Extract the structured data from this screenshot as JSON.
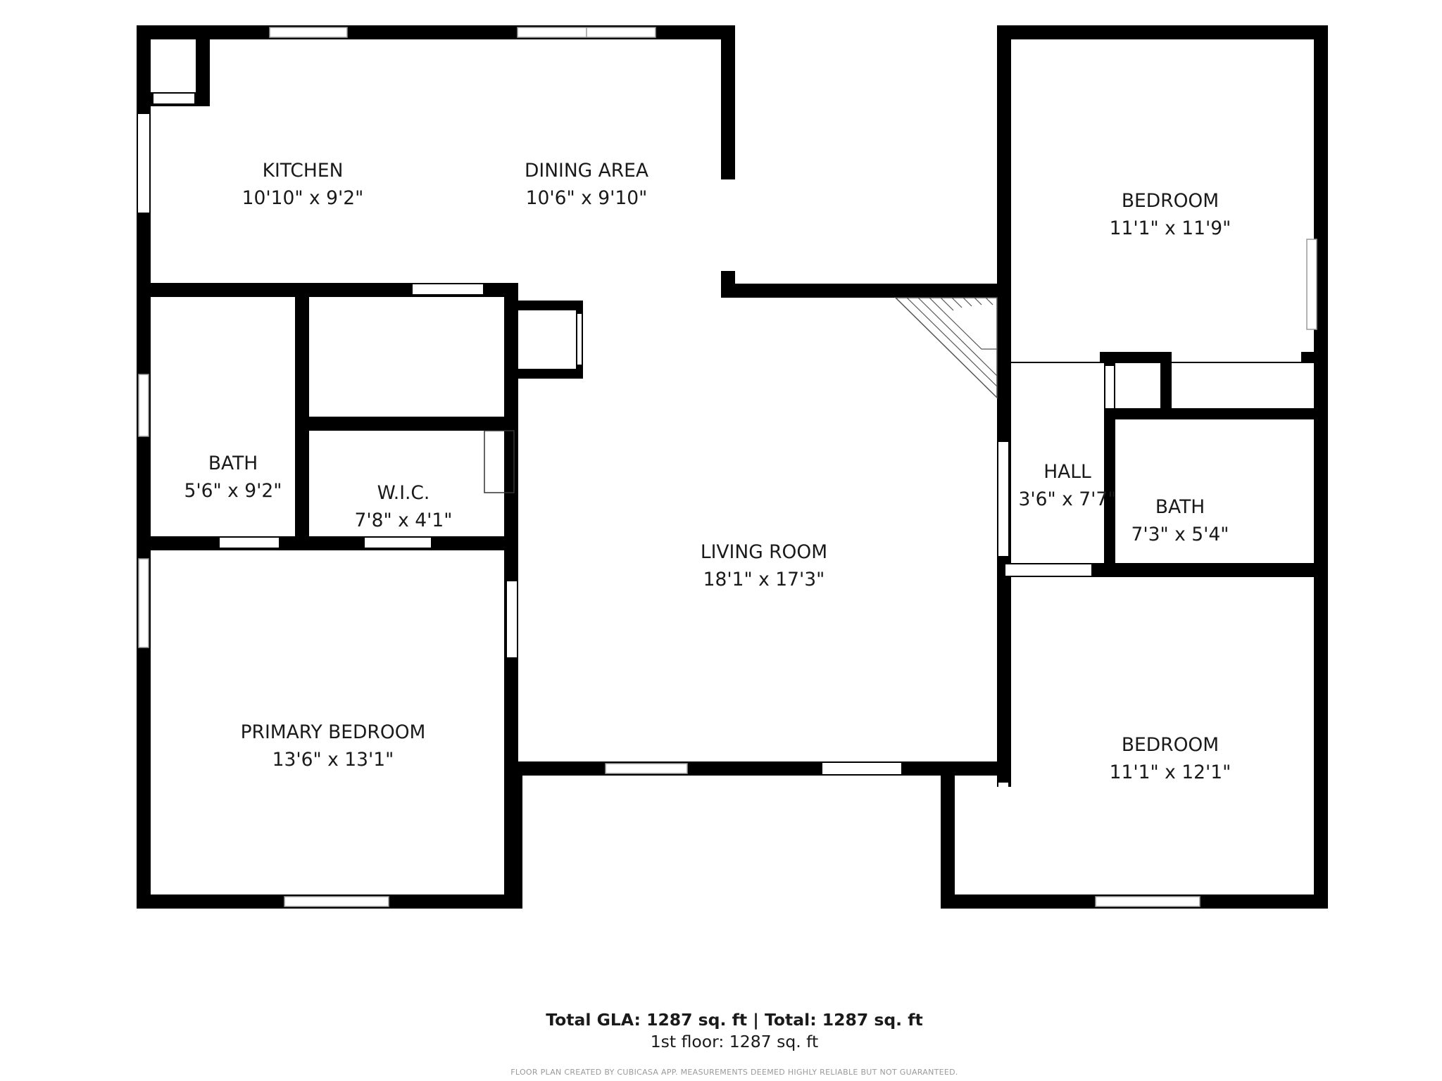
{
  "rooms": {
    "kitchen": {
      "name": "KITCHEN",
      "dims": "10'10\" x 9'2\""
    },
    "dining_area": {
      "name": "DINING AREA",
      "dims": "10'6\" x 9'10\""
    },
    "bedroom_top": {
      "name": "BEDROOM",
      "dims": "11'1\" x 11'9\""
    },
    "bath_left": {
      "name": "BATH",
      "dims": "5'6\" x 9'2\""
    },
    "wic": {
      "name": "W.I.C.",
      "dims": "7'8\" x 4'1\""
    },
    "living_room": {
      "name": "LIVING ROOM",
      "dims": "18'1\" x 17'3\""
    },
    "hall": {
      "name": "HALL",
      "dims": "3'6\" x 7'7\""
    },
    "bath_right": {
      "name": "BATH",
      "dims": "7'3\" x 5'4\""
    },
    "primary_bedroom": {
      "name": "PRIMARY BEDROOM",
      "dims": "13'6\" x 13'1\""
    },
    "bedroom_bottom": {
      "name": "BEDROOM",
      "dims": "11'1\" x 12'1\""
    }
  },
  "summary": {
    "total": "Total GLA: 1287 sq. ft | Total: 1287 sq. ft",
    "floor": "1st floor: 1287 sq. ft"
  },
  "disclaimer": "FLOOR PLAN CREATED BY CUBICASA APP. MEASUREMENTS DEEMED HIGHLY RELIABLE BUT NOT GUARANTEED.",
  "colors": {
    "wall": "#000000",
    "opening": "#ffffff",
    "window_stroke": "#9a9a9a",
    "text": "#1a1a1a"
  }
}
